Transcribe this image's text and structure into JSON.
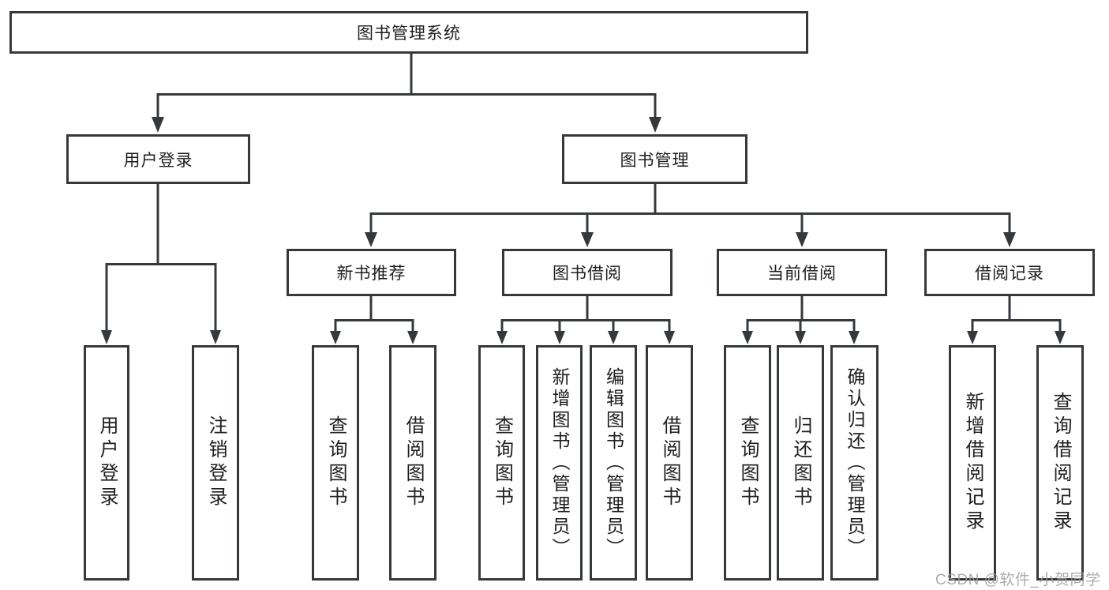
{
  "colors": {
    "line": "#36393c",
    "text": "#1e1e1e",
    "box_fill": "#ffffff",
    "watermark": "#9e9e9e"
  },
  "watermark": {
    "text": "CSDN @软件_小贺同学"
  },
  "tree": {
    "root": {
      "label": "图书管理系统"
    },
    "level2": [
      {
        "label": "用户登录"
      },
      {
        "label": "图书管理"
      }
    ],
    "level3": [
      {
        "label": "新书推荐",
        "parent": "图书管理"
      },
      {
        "label": "图书借阅",
        "parent": "图书管理"
      },
      {
        "label": "当前借阅",
        "parent": "图书管理"
      },
      {
        "label": "借阅记录",
        "parent": "图书管理"
      }
    ],
    "leaves": [
      {
        "label": "用户登录",
        "parent": "用户登录"
      },
      {
        "label": "注销登录",
        "parent": "用户登录"
      },
      {
        "label": "查询图书",
        "parent": "新书推荐"
      },
      {
        "label": "借阅图书",
        "parent": "新书推荐"
      },
      {
        "label": "查询图书",
        "parent": "图书借阅"
      },
      {
        "label": "新增图书（管理员）",
        "parent": "图书借阅"
      },
      {
        "label": "编辑图书（管理员）",
        "parent": "图书借阅"
      },
      {
        "label": "借阅图书",
        "parent": "图书借阅"
      },
      {
        "label": "查询图书",
        "parent": "当前借阅"
      },
      {
        "label": "归还图书",
        "parent": "当前借阅"
      },
      {
        "label": "确认归还（管理员）",
        "parent": "当前借阅"
      },
      {
        "label": "新增借阅记录",
        "parent": "借阅记录"
      },
      {
        "label": "查询借阅记录",
        "parent": "借阅记录"
      }
    ]
  }
}
